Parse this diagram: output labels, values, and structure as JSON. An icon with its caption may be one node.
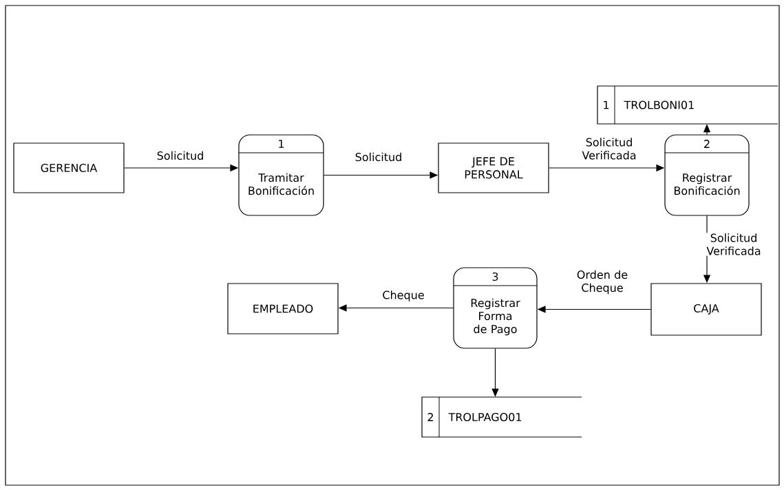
{
  "diagram": {
    "nodes": [
      {
        "text": [
          "GERENCIA"
        ]
      },
      {
        "text": [
          "1",
          "Tramitar Bonificación"
        ]
      },
      {
        "text": [
          "JEFE DE PERSONAL"
        ]
      },
      {
        "text": [
          "2",
          "Registrar Bonificación"
        ]
      },
      {
        "text": [
          "1",
          "TROLBONI01"
        ]
      },
      {
        "text": [
          "CAJA"
        ]
      },
      {
        "text": [
          "3",
          "Registrar Forma de Pago"
        ]
      },
      {
        "text": [
          "EMPLEADO"
        ]
      },
      {
        "text": [
          "2",
          "TROLPAGO01"
        ]
      }
    ],
    "edges": [
      {
        "from": 0,
        "to": 1,
        "arrow": "to",
        "label": "Solicitud"
      },
      {
        "from": 1,
        "to": 2,
        "arrow": "to",
        "label": "Solicitud"
      },
      {
        "from": 2,
        "to": 3,
        "arrow": "to",
        "label": "Solicitud Verificada"
      },
      {
        "from": 3,
        "to": 4,
        "arrow": "to"
      },
      {
        "from": 3,
        "to": 5,
        "arrow": "to",
        "label": "Solicitud Verificada"
      },
      {
        "from": 5,
        "to": 6,
        "arrow": "to",
        "label": "Orden de Cheque"
      },
      {
        "from": 6,
        "to": 7,
        "arrow": "to",
        "label": "Cheque"
      },
      {
        "from": 6,
        "to": 8,
        "arrow": "to"
      }
    ]
  }
}
